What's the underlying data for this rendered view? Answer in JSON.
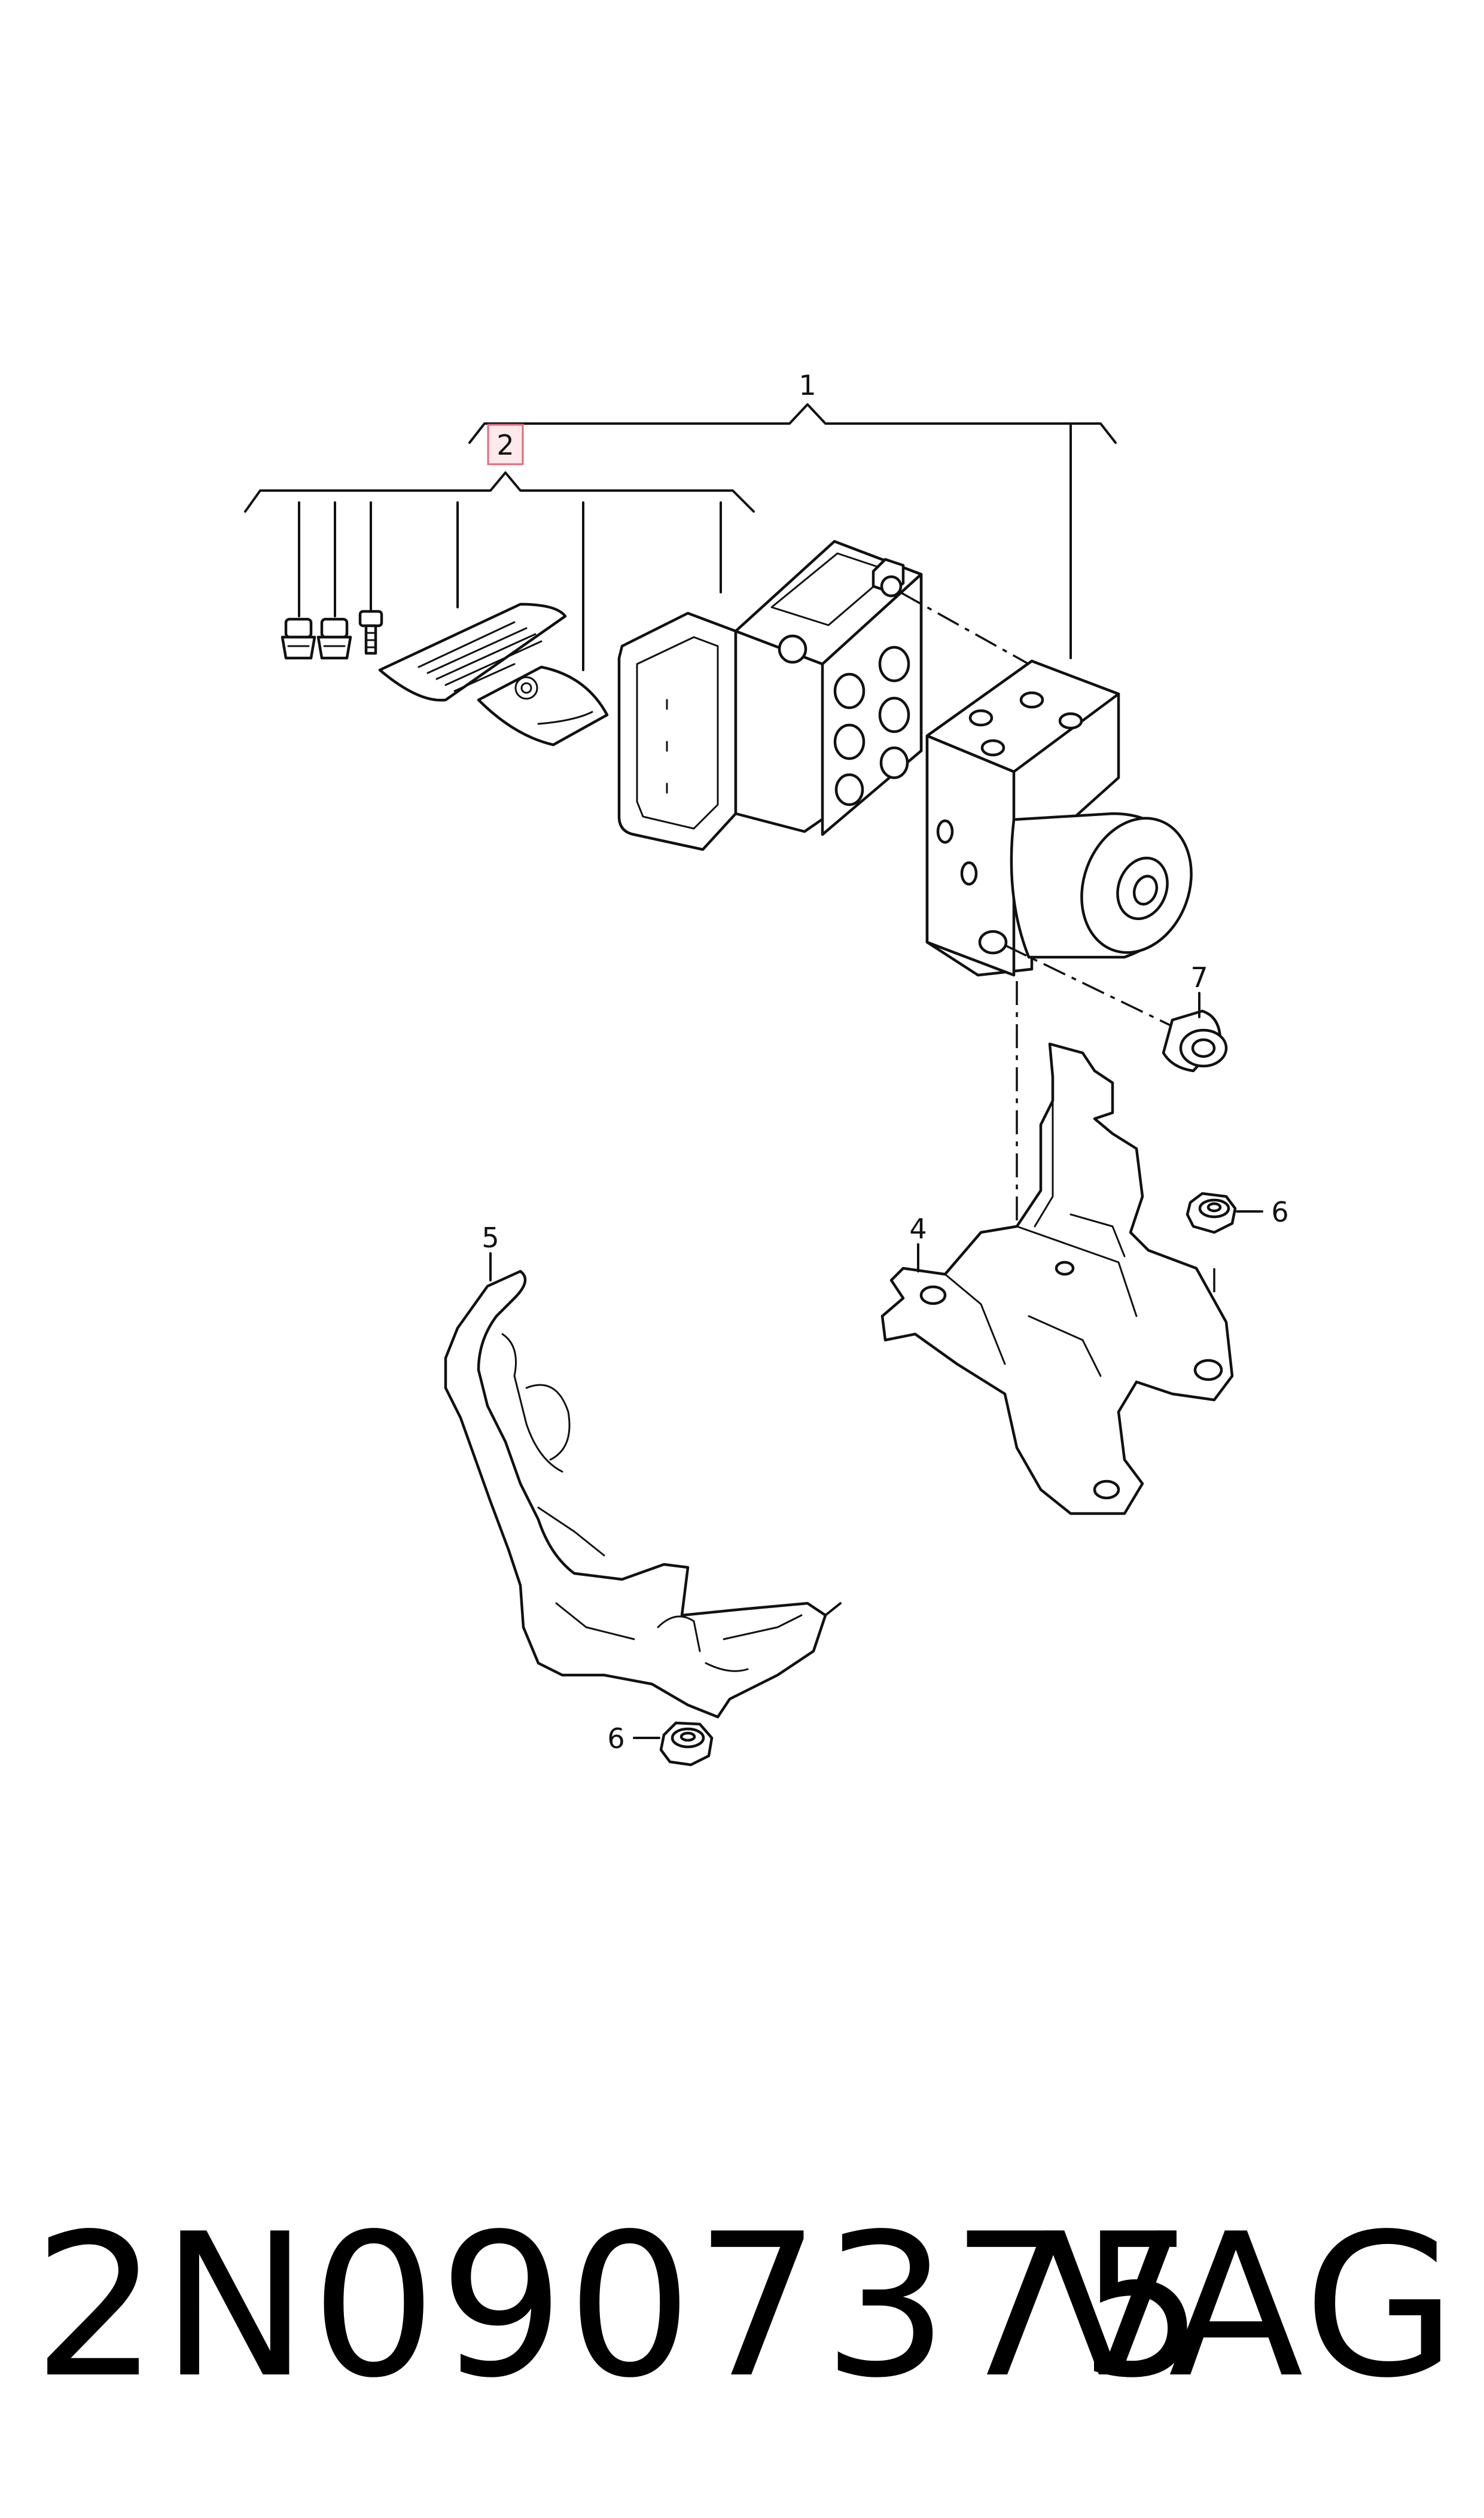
{
  "callouts": {
    "c1": "1",
    "c2": "2",
    "c4": "4",
    "c5": "5",
    "c6a": "6",
    "c6b": "6",
    "c7": "7"
  },
  "footer": {
    "part_number": "2N0907375",
    "brand": "VAG"
  },
  "colors": {
    "highlight_box": "#e06a7a",
    "highlight_fill": "#fde8ec",
    "line": "#111111"
  }
}
